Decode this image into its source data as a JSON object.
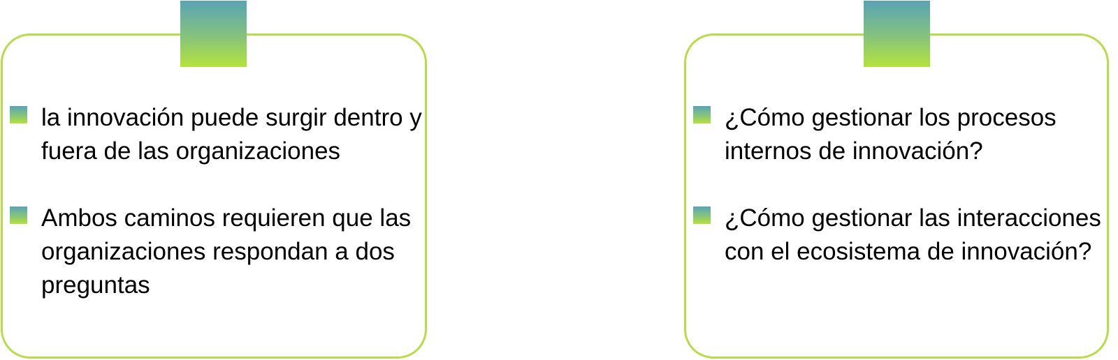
{
  "colors": {
    "panel_border": "#b7dc4a",
    "gradient_top": "#5aa3b6",
    "gradient_bottom": "#b5e23c",
    "text": "#000000"
  },
  "left_panel": {
    "items": [
      {
        "text": "la innovación puede surgir dentro y fuera de las organizaciones"
      },
      {
        "text": "Ambos caminos requieren que las organizaciones respondan a dos preguntas"
      }
    ]
  },
  "right_panel": {
    "items": [
      {
        "text": "¿Cómo gestionar los procesos internos de innovación?"
      },
      {
        "text": "¿Cómo gestionar las interacciones con el ecosistema de innovación?"
      }
    ]
  }
}
